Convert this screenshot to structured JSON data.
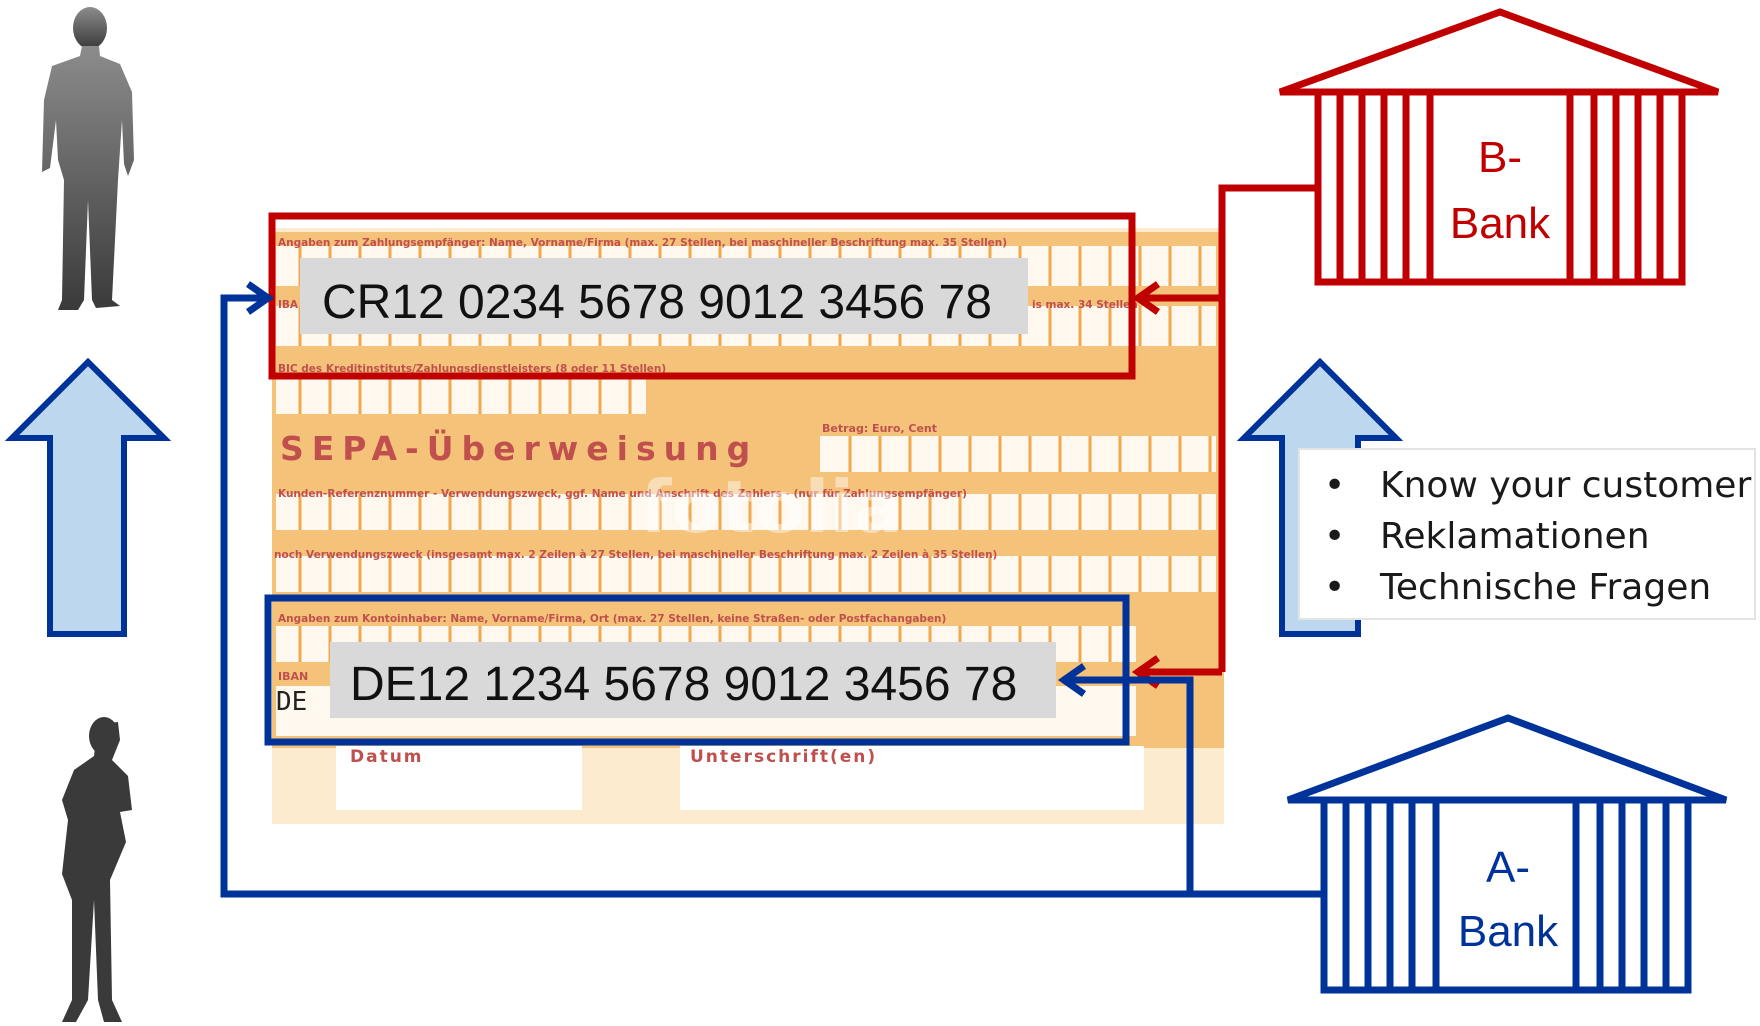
{
  "form": {
    "title": "SEPA-Überweisung",
    "label_recipient": "Angaben zum Zahlungsempfänger: Name, Vorname/Firma (max. 27 Stellen, bei maschineller Beschriftung max. 35 Stellen)",
    "label_iban_short": "IBA",
    "label_iban_suffix": "is max. 34 Stellen",
    "label_bic": "BIC des Kreditinstituts/Zahlungsdienstleisters (8 oder 11 Stellen)",
    "label_amount": "Betrag: Euro, Cent",
    "label_reference": "Kunden-Referenznummer - Verwendungszweck, ggf. Name und Anschrift des Zahlers - (nur für Zahlungsempfänger)",
    "label_purpose": "noch Verwendungszweck (insgesamt max. 2 Zeilen à 27 Stellen, bei maschineller Beschriftung max. 2 Zeilen à 35 Stellen)",
    "label_account_holder": "Angaben zum Kontoinhaber: Name, Vorname/Firma, Ort (max. 27 Stellen, keine Straßen- oder Postfachangaben)",
    "label_iban": "IBAN",
    "iban_prefix": "DE",
    "label_date": "Datum",
    "label_signature": "Unterschrift(en)",
    "watermark": "fotolia"
  },
  "iban_recipient": "CR12 0234 5678 9012 3456 78",
  "iban_payer": "DE12 1234 5678 9012 3456 78",
  "bank_b": {
    "line1": "B-",
    "line2": "Bank"
  },
  "bank_a": {
    "line1": "A-",
    "line2": "Bank"
  },
  "kyc_list": [
    "Know your customer",
    "Reklamationen",
    "Technische Fragen"
  ],
  "colors": {
    "red": "#c00000",
    "blue": "#003399",
    "arrow_fill": "#bdd7ee",
    "form_orange": "#f5c27a"
  }
}
